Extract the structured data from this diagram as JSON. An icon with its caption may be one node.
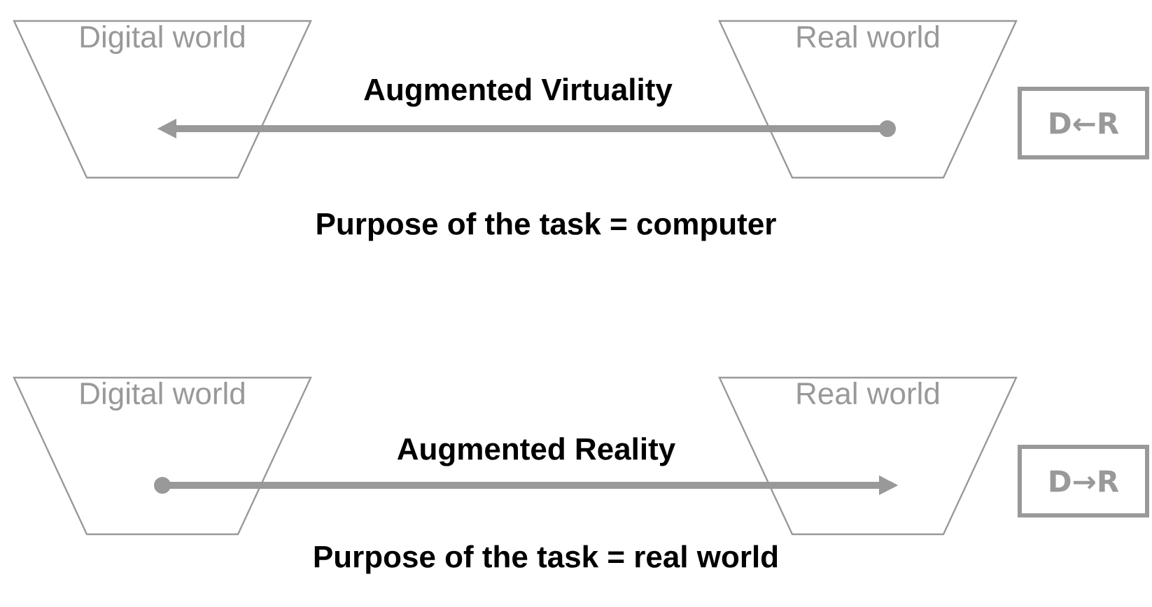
{
  "diagram": {
    "nodes": [
      {
        "text": [
          "Digital world"
        ]
      },
      {
        "text": [
          "Real world"
        ]
      },
      {
        "text": [
          "D←R"
        ]
      },
      {
        "text": [
          "Digital world"
        ]
      },
      {
        "text": [
          "Real world"
        ]
      },
      {
        "text": [
          "D→R"
        ]
      }
    ],
    "edges": [
      {
        "from": 1,
        "to": 0,
        "arrow": "to",
        "label": "Augmented Virtuality"
      },
      {
        "from": 3,
        "to": 4,
        "arrow": "to",
        "label": "Augmented Reality"
      }
    ],
    "labels": [
      "Purpose of the task = computer",
      "Purpose of the task = real world"
    ]
  }
}
